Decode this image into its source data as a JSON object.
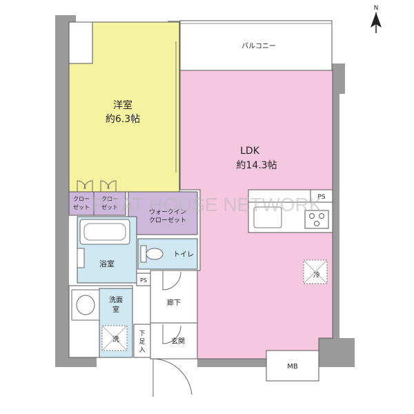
{
  "colors": {
    "wall": "#9a9a9a",
    "bedroom_fill": "#f6f3a0",
    "ldk_fill": "#f6c8e0",
    "utility_fill": "#cfe8f2",
    "closet_fill": "#cdb8dc",
    "floor_white": "#ffffff",
    "line": "#555555",
    "watermark": "#c8c8c8"
  },
  "compass": {
    "label": "N",
    "icon": "north-arrow-icon"
  },
  "watermark": "PITAT HOUSE NETWORK",
  "rooms": {
    "balcony": "バルコニー",
    "bedroom_name": "洋室",
    "bedroom_size": "約6.3帖",
    "ldk_name": "LDK",
    "ldk_size": "約14.3帖",
    "closet1_line1": "クロー",
    "closet1_line2": "ゼット",
    "closet2_line1": "クロー",
    "closet2_line2": "ゼット",
    "wic_line1": "ウォークイン",
    "wic_line2": "クローゼット",
    "bath": "浴室",
    "toilet": "トイレ",
    "ps_bath": "PS",
    "ps_kitchen": "PS",
    "washroom_line1": "洗面",
    "washroom_line2": "室",
    "washer": "洗",
    "corridor": "廊下",
    "shoe_line1": "下",
    "shoe_line2": "足",
    "shoe_line3": "入",
    "entrance": "玄関",
    "fridge": "冷",
    "mb": "MB"
  }
}
